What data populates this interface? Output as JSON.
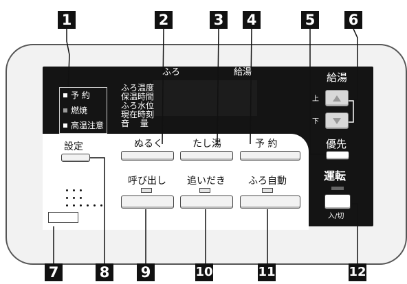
{
  "callouts": [
    "1",
    "2",
    "3",
    "4",
    "5",
    "6",
    "7",
    "8",
    "9",
    "10",
    "11",
    "12"
  ],
  "display": {
    "furo": "ふろ",
    "kyuto": "給湯",
    "indicators": [
      "予 約",
      "燃焼",
      "高温注意"
    ],
    "items": [
      "ふろ温度",
      "保温時間",
      "ふろ水位",
      "現在時刻",
      "音　 量"
    ]
  },
  "right": {
    "kyuto_label": "給湯",
    "up": "上",
    "down": "下",
    "yusen": "優先",
    "unten": "運転",
    "power_sub": "入/切"
  },
  "buttons": {
    "settei": "設定",
    "nuruku": "ぬるく",
    "tashiyu": "たし湯",
    "yoyaku": "予 約",
    "yobidashi": "呼び出し",
    "oidaki": "追いだき",
    "furo_jido": "ふろ自動"
  }
}
